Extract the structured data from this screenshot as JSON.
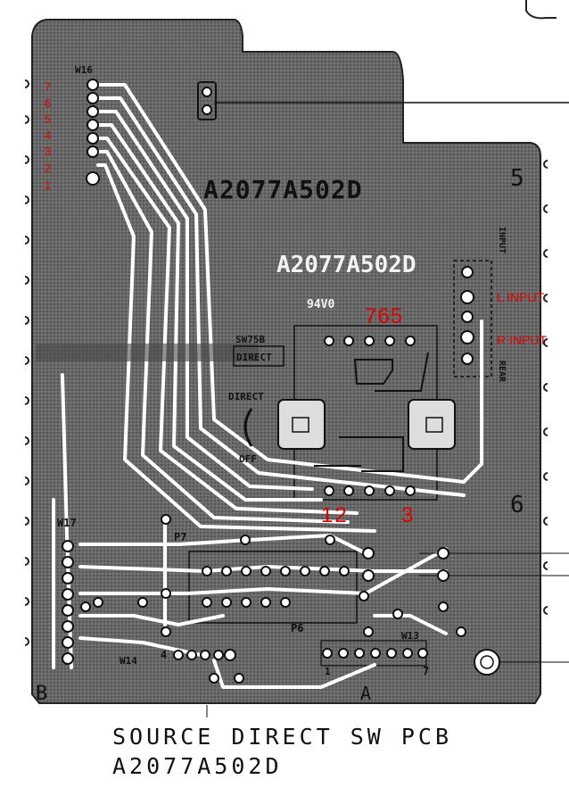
{
  "board": {
    "pcb_code": "A2077A502D",
    "substrate_grade": "94V0",
    "caption_line1": "SOURCE DIRECT SW PCB",
    "caption_line2": "A2077A502D"
  },
  "connectors": {
    "w16": {
      "label": "W16",
      "pins": [
        "7",
        "6",
        "5",
        "4",
        "3",
        "2",
        "1"
      ]
    },
    "w17": {
      "label": "W17"
    },
    "w13": {
      "label": "W13",
      "first_pin": "1",
      "last_pin": "7"
    },
    "w14": {
      "label": "W14",
      "first_pin": "4"
    },
    "p6": {
      "label": "P6"
    },
    "p7": {
      "label": "P7"
    }
  },
  "switch": {
    "ref": "SW75B",
    "name": "DIRECT",
    "state_on": "DIRECT",
    "state_off": "OFF",
    "top_pin_annotation": "765",
    "bottom_pin_annotation_a": "12",
    "bottom_pin_annotation_b": "3"
  },
  "inputs": {
    "l_input": "L INPUT",
    "r_input": "R INPUT",
    "jack_side_text_top": "INPUT",
    "jack_side_text_bottom": "REAR"
  },
  "corner_marks": {
    "top_right": "5",
    "mid_right": "6",
    "bottom_left": "B",
    "bottom_center": "A"
  },
  "colors": {
    "annotation": "#e10000",
    "ink": "#111111",
    "trace": "#ffffff",
    "board": "#5e5e5e"
  }
}
